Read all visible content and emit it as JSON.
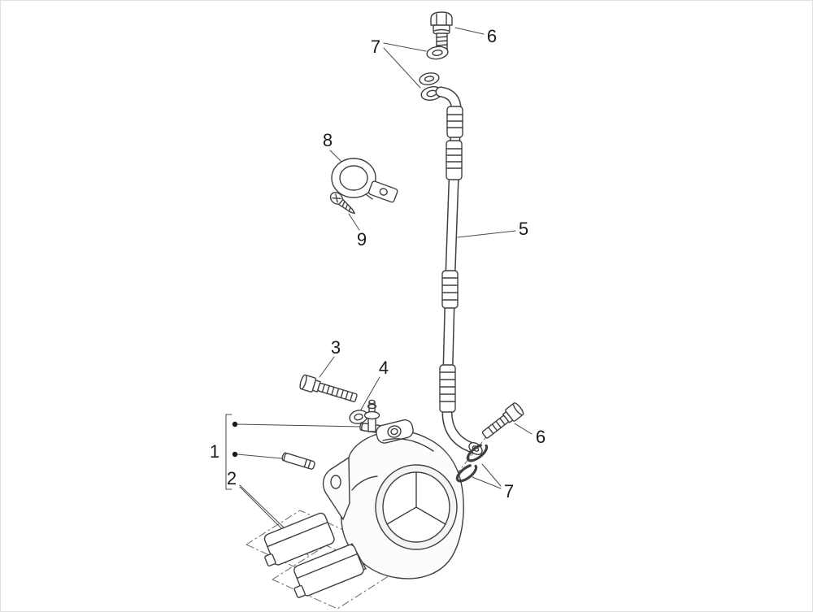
{
  "diagram": {
    "kind": "exploded-parts-diagram",
    "subject": "Brake caliper and brake hose assembly exploded view",
    "background_color": "#ffffff",
    "line_color": "#3f3f3f",
    "label_color": "#1a1a1a",
    "labels": {
      "pad_pins": "1",
      "brake_pads": "2",
      "caliper_bolt": "3",
      "bolt_washer": "4",
      "brake_hose": "5",
      "banjo_bolt_top": "6",
      "banjo_bolt_bottom": "6",
      "washers_top": "7",
      "washers_bottom": "7",
      "hose_clamp": "8",
      "clamp_screw": "9"
    }
  }
}
